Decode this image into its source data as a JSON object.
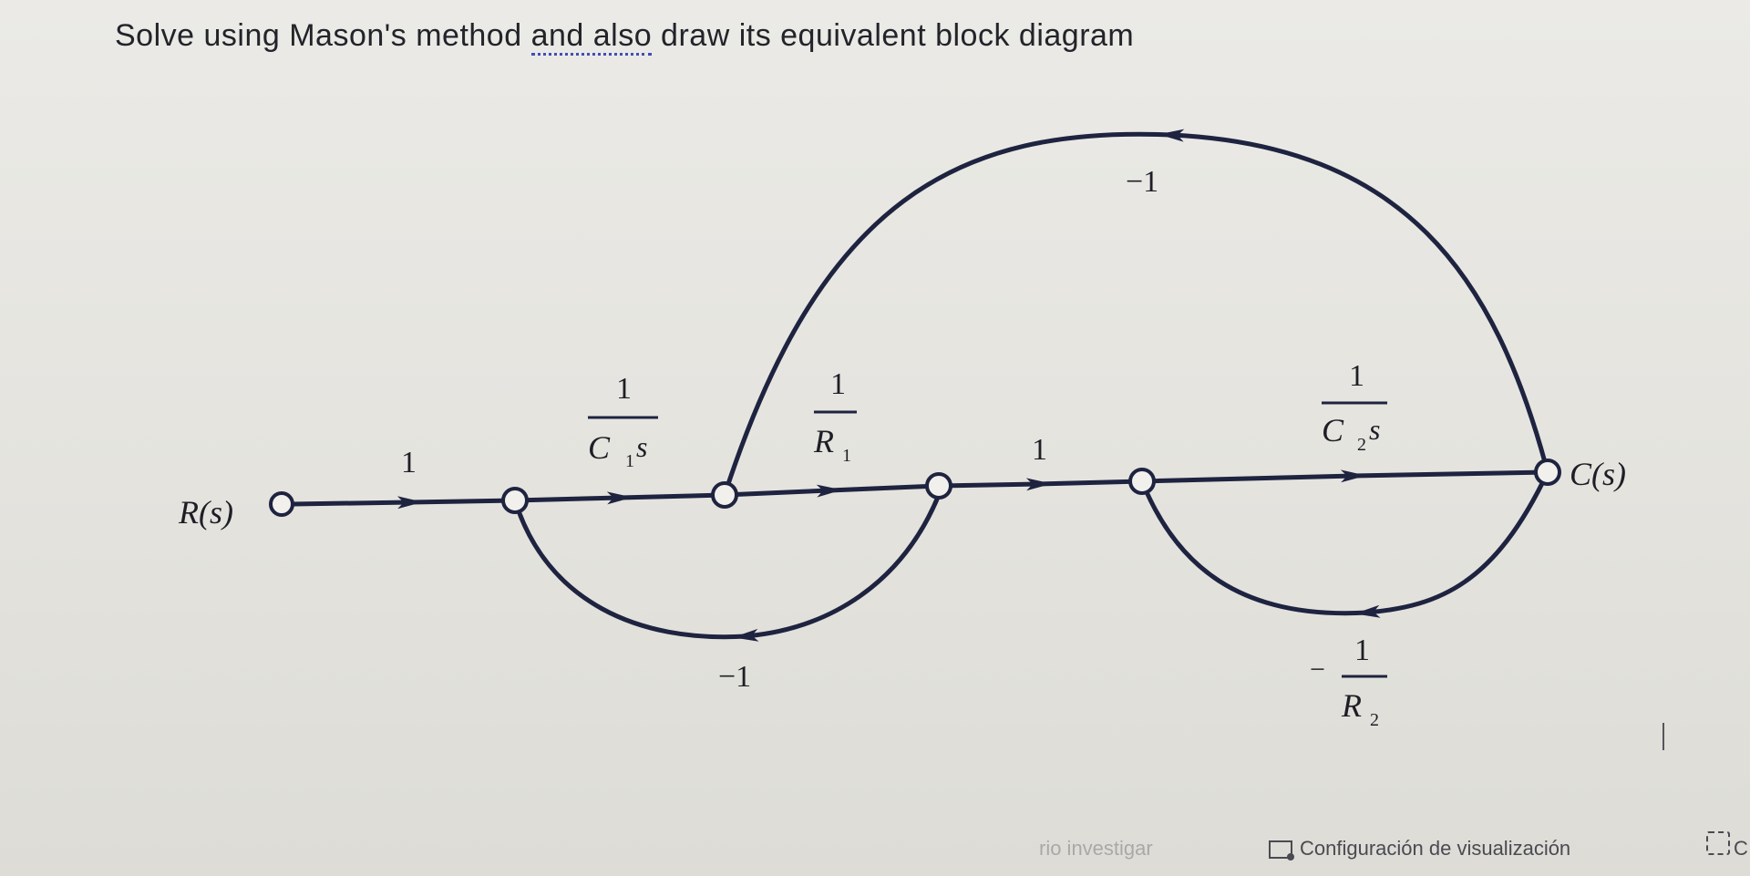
{
  "question": {
    "part1": "Solve using Mason's method ",
    "part2": "and also",
    "part3": " draw its equivalent block diagram"
  },
  "nodes": {
    "input": "R(s)",
    "output": "C(s)"
  },
  "branches": {
    "g1": "1",
    "g2_num": "1",
    "g2_den_main": "C",
    "g2_den_sub": "1",
    "g2_den_s": "s",
    "g3_num": "1",
    "g3_den_main": "R",
    "g3_den_sub": "1",
    "g4": "1",
    "g5_num": "1",
    "g5_den_main": "C",
    "g5_den_sub": "2",
    "g5_den_s": "s"
  },
  "feedback": {
    "top": "−1",
    "bottom_left": "−1",
    "bottom_right_sign": "−",
    "bottom_right_num": "1",
    "bottom_right_den_main": "R",
    "bottom_right_den_sub": "2"
  },
  "footer": {
    "left_partial": "rio investigar",
    "settings": "Configuración de visualización",
    "right_partial": "C"
  },
  "colors": {
    "line": "#1e2340",
    "background": "#e7e6e1",
    "spellcheck": "#3f4fb8"
  }
}
